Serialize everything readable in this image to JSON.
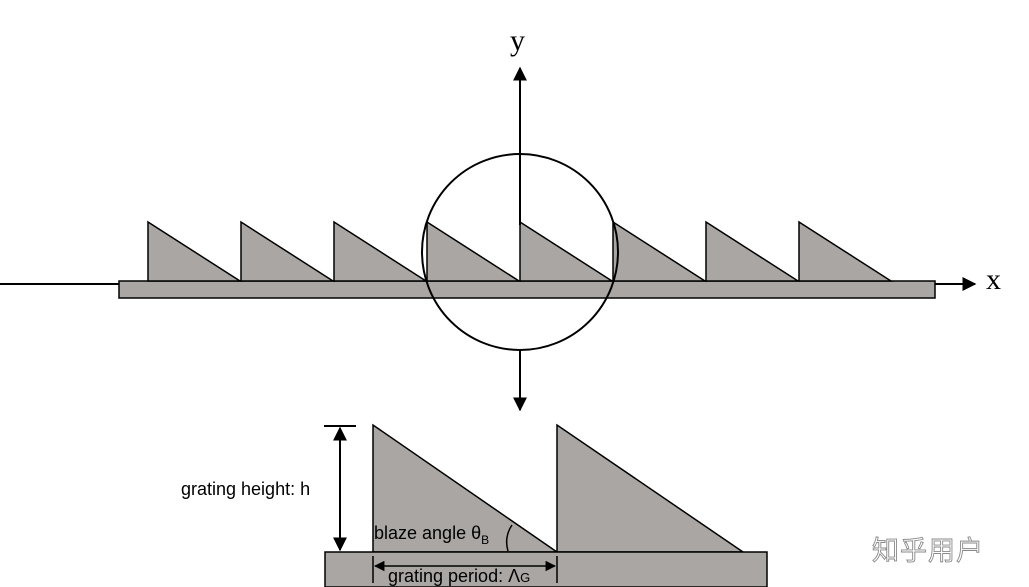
{
  "axes": {
    "x_label": "x",
    "y_label": "y"
  },
  "annotations": {
    "grating_height": "grating height: h",
    "blaze_angle": "blaze angle θ",
    "blaze_angle_subscript": "B",
    "grating_period": "grating period: Λ",
    "grating_period_subscript": "G"
  },
  "watermark": "知乎用户",
  "colors": {
    "tooth_fill": "#aaa6a4",
    "substrate_fill": "#aaa6a4",
    "stroke": "#000000",
    "background": "#ffffff"
  },
  "top_view": {
    "tooth_count": 8
  }
}
